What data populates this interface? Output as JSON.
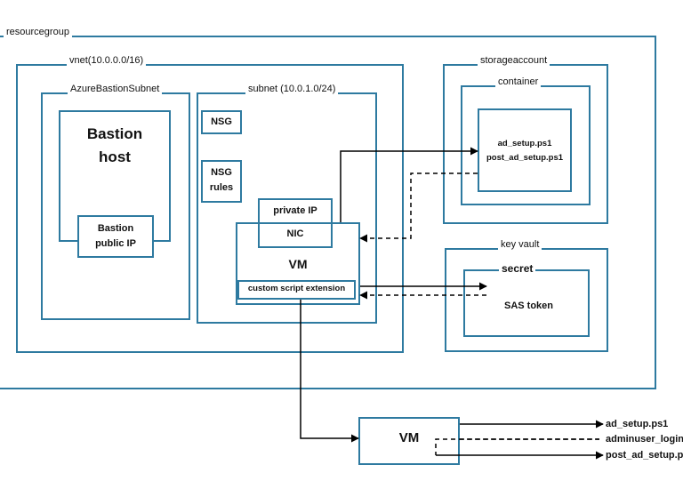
{
  "resourcegroup": "resourcegroup",
  "vnet": "vnet(10.0.0.0/16)",
  "bastion_subnet": "AzureBastionSubnet",
  "bastion_host": [
    "Bastion",
    "host"
  ],
  "bastion_ip": [
    "Bastion",
    "public IP"
  ],
  "subnet": "subnet (10.0.1.0/24)",
  "nsg": "NSG",
  "nsg_rules": [
    "NSG",
    "rules"
  ],
  "private_ip": "private IP",
  "nic": "NIC",
  "vm": "VM",
  "cse": "custom script extension",
  "storageaccount": "storageaccount",
  "container": "container",
  "scripts": [
    "ad_setup.ps1",
    "post_ad_setup.ps1"
  ],
  "key_vault": "key vault",
  "secret": "secret",
  "sas_token": "SAS token",
  "vm2": "VM",
  "outputs": [
    "ad_setup.ps1",
    "adminuser_login",
    "post_ad_setup.p"
  ],
  "colors": {
    "box": "#2e7aa0",
    "arrow": "#000000"
  }
}
